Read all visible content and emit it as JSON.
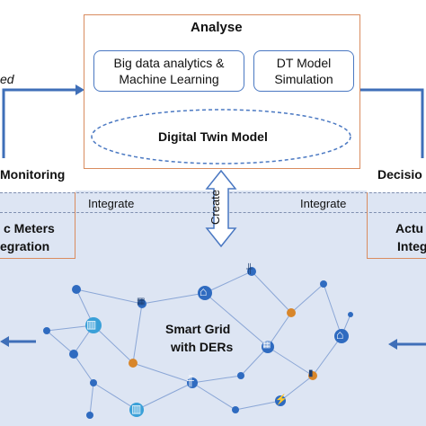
{
  "analyse": {
    "title": "Analyse",
    "big_data_line1": "Big data analytics &",
    "big_data_line2": "Machine Learning",
    "dt_sim_line1": "DT Model",
    "dt_sim_line2": "Simulation",
    "digital_twin_model": "Digital Twin Model"
  },
  "left_top_fragment": "ed",
  "monitoring": {
    "title": "Monitoring",
    "line1": "c Meters",
    "line2": "egration"
  },
  "decision": {
    "title": "Decisio",
    "line1": "Actu",
    "line2": "Integ"
  },
  "integrate_left": "Integrate",
  "integrate_right": "Integrate",
  "create_label": "Create",
  "smart_grid": {
    "line1": "Smart Grid",
    "line2": "with DERs"
  },
  "colors": {
    "box_border": "#d98c5f",
    "accent_blue": "#4a78c2",
    "lower_band": "#dde5f3",
    "node_blue": "#2f6bc0"
  },
  "icons": [
    "house-icon",
    "solar-panel-icon",
    "ev-charger-icon",
    "battery-icon",
    "factory-icon",
    "substation-icon",
    "transmission-tower-icon"
  ]
}
